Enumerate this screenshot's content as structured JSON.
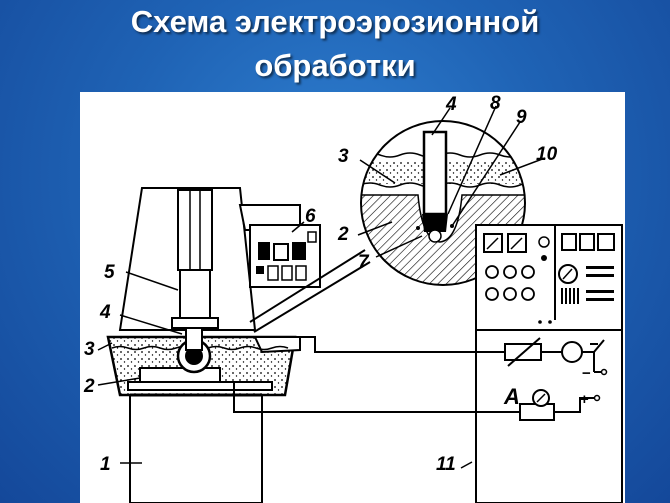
{
  "title": {
    "line1": "Схема электроэрозионной",
    "line2": "обработки"
  },
  "labels": {
    "l1": "1",
    "l2": "2",
    "l3": "3",
    "l4": "4",
    "l5": "5",
    "l6": "6",
    "l7": "7",
    "l8": "8",
    "l9": "9",
    "l10": "10",
    "l11": "11",
    "inset_l2": "2",
    "inset_l3": "3",
    "inset_l4": "4",
    "ammeter": "A",
    "minus": "−",
    "plus": "+"
  },
  "colors": {
    "background": "#1f63b5",
    "title": "#ffffff",
    "drawing": "#000000",
    "panel": "#ffffff"
  }
}
